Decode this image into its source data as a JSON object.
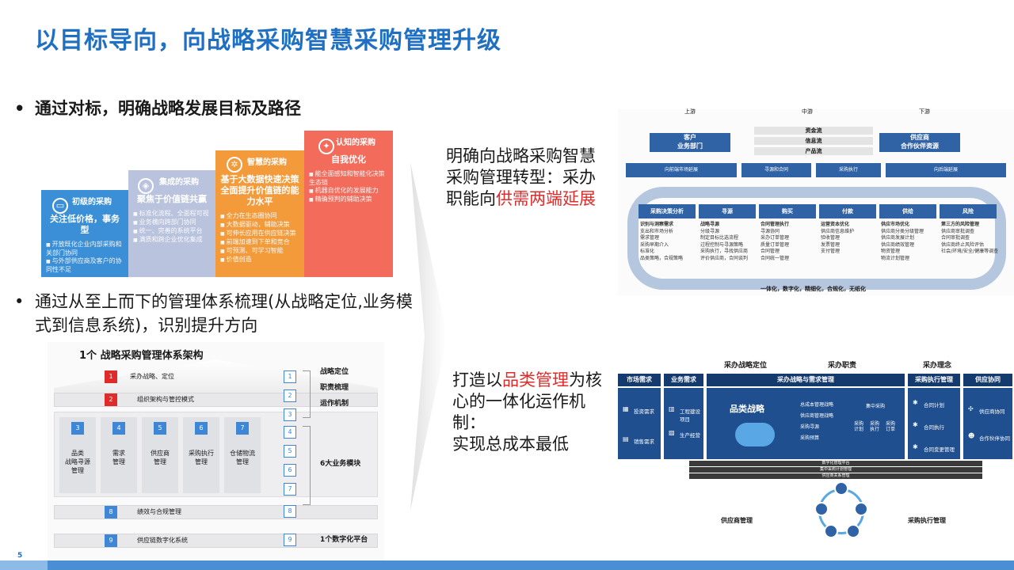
{
  "title": "以目标导向，向战略采购智慧采购管理升级",
  "bullets": {
    "b1": "通过对标，明确战略发展目标及路径",
    "b2": "通过从至上而下的管理体系梳理(从战略定位,业务模式到信息系统)，识别提升方向"
  },
  "stairs": [
    {
      "title": "初级的采购",
      "head": "关注低价格，事务型",
      "items": [
        "开放既化企业内部采购和关部门协同",
        "与外部供应商及客户的协同性不足"
      ],
      "icon": "monitor-icon"
    },
    {
      "title": "集成的采购",
      "head": "聚焦于价值链共赢",
      "items": [
        "标准化流程、全面程可视",
        "业务横向跨部门协同",
        "统一、完善的系统平台",
        "满质和跨企业优化集成"
      ],
      "icon": "cube-icon"
    },
    {
      "title": "智慧的采购",
      "head": "基于大数据快速决策全面提升价值链的能力水平",
      "items": [
        "全力在生态圈协同",
        "大数据驱动，辅助决策",
        "可伸长应用在供应链决策",
        "前端加速到下单和竞合",
        "可预测、可学习智能",
        "价值创造"
      ],
      "icon": "network-icon"
    },
    {
      "title": "认知的采购",
      "head": "自我优化",
      "items": [
        "能全面感知和智能化决策生态链",
        "机器自优化的发展能力",
        "精确预判的辅助决策"
      ],
      "icon": "brain-icon"
    }
  ],
  "framework": {
    "title": "1个 战略采购管理体系架构",
    "row1": {
      "num": "1",
      "label": "采办战略、定位"
    },
    "row2": {
      "num": "2",
      "label": "组织架构与管控模式"
    },
    "cols": [
      {
        "num": "3",
        "label": "品类\n战略寻源\n管理"
      },
      {
        "num": "4",
        "label": "需求\n管理"
      },
      {
        "num": "5",
        "label": "供应商\n管理"
      },
      {
        "num": "6",
        "label": "采购执行\n管理"
      },
      {
        "num": "7",
        "label": "仓储物流\n管理"
      }
    ],
    "row8": {
      "num": "8",
      "label": "绩效与合规管理"
    },
    "row9": {
      "num": "9",
      "label": "供应链数字化系统"
    },
    "right": {
      "nums": [
        "1",
        "2",
        "3",
        "4",
        "5",
        "6",
        "7",
        "8",
        "9"
      ],
      "labels": [
        "战略定位",
        "职责梳理",
        "运作机制",
        "6大业务模块",
        "1个数字化平台"
      ]
    }
  },
  "mid": {
    "t1_a": "明确向战略采购智慧采购管理转型：采办职能向",
    "t1_red": "供需两端延展",
    "t2_a": "打造以",
    "t2_red": "品类管理",
    "t2_b": "为核心的一体化运作机制：",
    "t2_c": "实现总成本最低"
  },
  "cycle": {
    "tags": [
      "上游",
      "中游",
      "下游"
    ],
    "left_box": "客户\n业务部门",
    "right_box": "供应商\n合作伙伴资源",
    "flows": [
      "资金流",
      "信息流",
      "产品流"
    ],
    "arrows": [
      "向前端市场延展",
      "寻源和合同",
      "采购执行",
      "向后端延展"
    ],
    "headers": [
      "采购决策分析",
      "寻源",
      "购买",
      "付款",
      "供给",
      "风险"
    ],
    "cols": [
      {
        "h": "识别与洞察需求",
        "items": [
          "支出和市场分析",
          "需求管理",
          "采购早期介入",
          "标准化",
          "品类策略，合规策略"
        ]
      },
      {
        "h": "战略寻源",
        "items": [
          "分级寻源",
          "制定目标比选流程",
          "过程控制与寻源策略",
          "采购执行，寻找供应商",
          "评价供应商，合同谈判"
        ]
      },
      {
        "h": "合同管理执行",
        "items": [
          "寻源协同",
          "采办订单管理",
          "质量订单管理",
          "合同管理",
          "合同统一管理"
        ]
      },
      {
        "h": "运营资本优化",
        "items": [
          "供应商信息维护",
          "验收管理",
          "发票管理",
          "支付管理"
        ]
      },
      {
        "h": "供应市场优化",
        "items": [
          "供应商分类分级管理",
          "供应商发展计划",
          "供应商绩效管理",
          "物资管理",
          "物流计划管理"
        ]
      },
      {
        "h": "第三方的风险管理",
        "items": [
          "供应商审批调查",
          "合同审批调查",
          "供应商终止风险评估",
          "社会/环境/安全/健康等调查"
        ]
      }
    ],
    "foot": "一体化，数字化，精细化，合规化，无纸化"
  },
  "matrix": {
    "top": [
      "采办战略定位",
      "采办职责",
      "采办理念"
    ],
    "headers": [
      "市场需求",
      "业务需求",
      "采办战略与需求管理",
      "采购执行管理",
      "供应协同"
    ],
    "p1": [
      "投资需求",
      "销售需求"
    ],
    "p2": [
      "工程建设项目",
      "生产经营"
    ],
    "strategy": "品类战略",
    "list": [
      "总成本管理战略",
      "供应商管理战略",
      "采购寻源",
      "采购预算"
    ],
    "verticals": [
      "采购计划",
      "采购执行",
      "采购订单"
    ],
    "center": "集中采购",
    "p4": [
      "合同计划",
      "合同执行",
      "合同变更管理"
    ],
    "p5": [
      "供应商协同",
      "合作伙伴协同"
    ],
    "bands": [
      "数字化管理平台",
      "集中采购计划管理",
      "供应商关系管理"
    ],
    "foot": [
      "供应商管理",
      "采购执行管理"
    ]
  },
  "page_number": "5"
}
